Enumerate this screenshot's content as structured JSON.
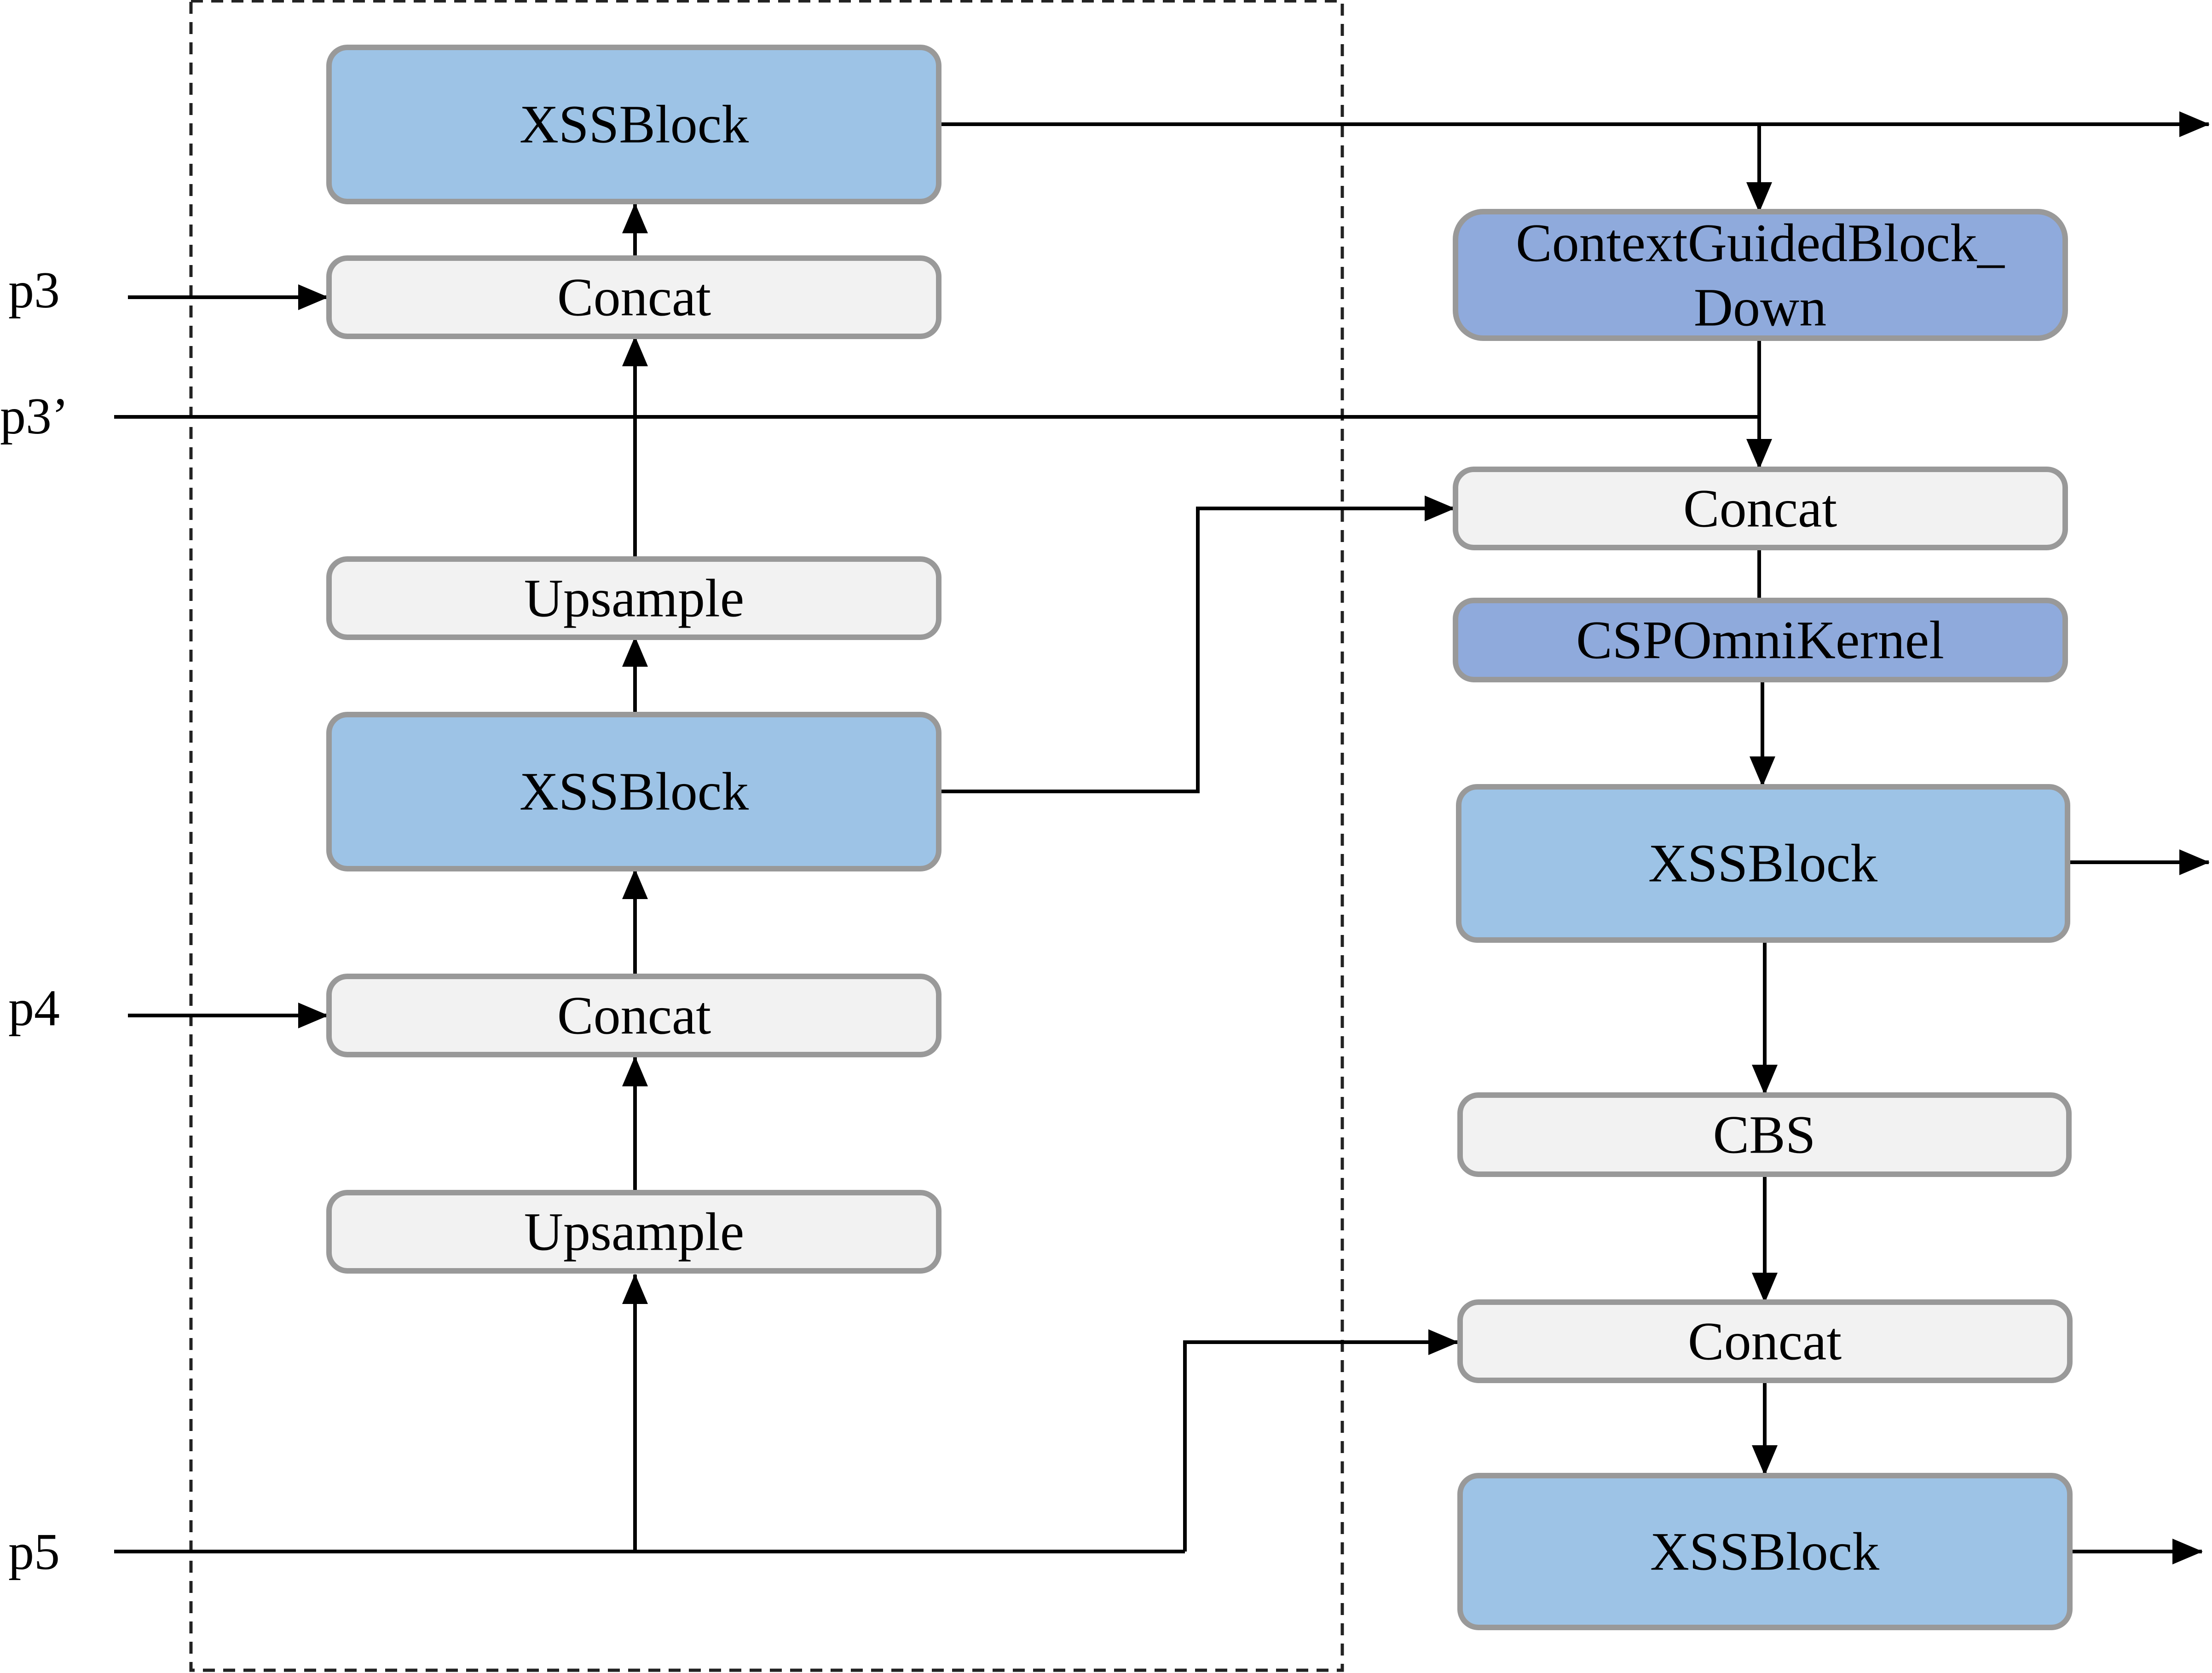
{
  "inputs": {
    "p3": "p3",
    "p3_prime": "p3’",
    "p4": "p4",
    "p5": "p5"
  },
  "nodes": {
    "left_xssblock_top": "XSSBlock",
    "left_concat_top": "Concat",
    "left_upsample_top": "Upsample",
    "left_xssblock_mid": "XSSBlock",
    "left_concat_bottom": "Concat",
    "left_upsample_bottom": "Upsample",
    "right_cgb_line1": "ContextGuidedBlock_",
    "right_cgb_line2": "Down",
    "right_concat_top": "Concat",
    "right_csp": "CSPOmniKernel",
    "right_xssblock_mid": "XSSBlock",
    "right_cbs": "CBS",
    "right_concat_bottom": "Concat",
    "right_xssblock_bottom": "XSSBlock"
  },
  "colors": {
    "plain_fill": "#f2f2f2",
    "block_fill": "#9dc3e6",
    "accent_fill": "#8faadc",
    "border": "#999999"
  }
}
